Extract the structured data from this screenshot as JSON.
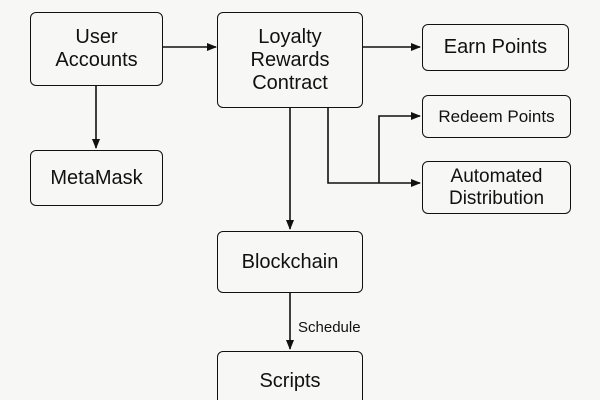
{
  "nodes": {
    "user_accounts": "User\nAccounts",
    "loyalty_contract": "Loyalty\nRewards\nContract",
    "earn_points": "Earn Points",
    "redeem_points": "Redeem Points",
    "automated_distribution": "Automated\nDistribution",
    "metamask": "MetaMask",
    "blockchain": "Blockchain",
    "scripts": "Scripts"
  },
  "edges": [
    {
      "from": "user_accounts",
      "to": "loyalty_contract",
      "label": ""
    },
    {
      "from": "user_accounts",
      "to": "metamask",
      "label": ""
    },
    {
      "from": "loyalty_contract",
      "to": "earn_points",
      "label": ""
    },
    {
      "from": "loyalty_contract",
      "to": "redeem_points",
      "label": ""
    },
    {
      "from": "loyalty_contract",
      "to": "automated_distribution",
      "label": ""
    },
    {
      "from": "loyalty_contract",
      "to": "blockchain",
      "label": ""
    },
    {
      "from": "blockchain",
      "to": "scripts",
      "label": "Schedule"
    }
  ],
  "edge_labels": {
    "schedule": "Schedule"
  }
}
